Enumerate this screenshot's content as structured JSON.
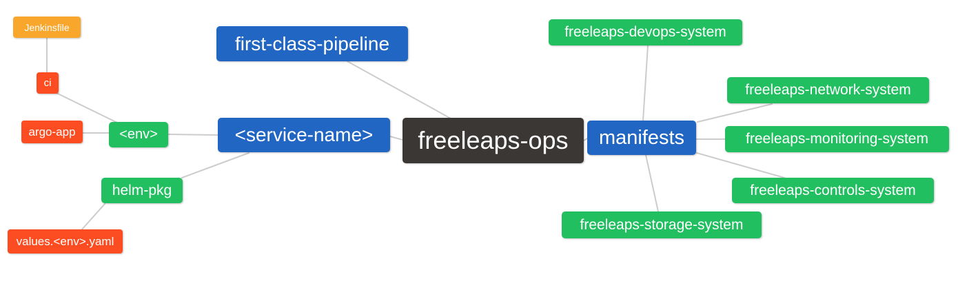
{
  "diagram_type": "mindmap",
  "colors": {
    "root_node_bg": "#3B3735",
    "branch_node_bg": "#2066C2",
    "leaf_node_bg": "#22BF61",
    "file_node_bg": "#FB4D21",
    "jenkinsfile_node_bg": "#F8A62C",
    "edge_line": "#CCCCCC",
    "node_text": "#FFFFFF",
    "canvas_bg": "#FFFFFF"
  },
  "nodes": {
    "root": {
      "label": "freeleaps-ops",
      "color": "#3B3735"
    },
    "first_class_pipeline": {
      "label": "first-class-pipeline",
      "color": "#2066C2"
    },
    "service_name": {
      "label": "<service-name>",
      "color": "#2066C2"
    },
    "manifests": {
      "label": "manifests",
      "color": "#2066C2"
    },
    "env": {
      "label": "<env>",
      "color": "#22BF61"
    },
    "helm_pkg": {
      "label": "helm-pkg",
      "color": "#22BF61"
    },
    "jenkinsfile": {
      "label": "Jenkinsfile",
      "color": "#F8A62C"
    },
    "ci": {
      "label": "ci",
      "color": "#FB4D21"
    },
    "argo_app": {
      "label": "argo-app",
      "color": "#FB4D21"
    },
    "values_env_yaml": {
      "label": "values.<env>.yaml",
      "color": "#FB4D21"
    },
    "devops_system": {
      "label": "freeleaps-devops-system",
      "color": "#22BF61"
    },
    "network_system": {
      "label": "freeleaps-network-system",
      "color": "#22BF61"
    },
    "monitoring_system": {
      "label": "freeleaps-monitoring-system",
      "color": "#22BF61"
    },
    "controls_system": {
      "label": "freeleaps-controls-system",
      "color": "#22BF61"
    },
    "storage_system": {
      "label": "freeleaps-storage-system",
      "color": "#22BF61"
    }
  },
  "edges": [
    {
      "from": "Jenkinsfile",
      "to": "ci"
    },
    {
      "from": "ci",
      "to": "<env>"
    },
    {
      "from": "argo-app",
      "to": "<env>"
    },
    {
      "from": "<env>",
      "to": "<service-name>"
    },
    {
      "from": "helm-pkg",
      "to": "<service-name>"
    },
    {
      "from": "values.<env>.yaml",
      "to": "helm-pkg"
    },
    {
      "from": "first-class-pipeline",
      "to": "freeleaps-ops"
    },
    {
      "from": "<service-name>",
      "to": "freeleaps-ops"
    },
    {
      "from": "freeleaps-ops",
      "to": "manifests"
    },
    {
      "from": "manifests",
      "to": "freeleaps-devops-system"
    },
    {
      "from": "manifests",
      "to": "freeleaps-network-system"
    },
    {
      "from": "manifests",
      "to": "freeleaps-monitoring-system"
    },
    {
      "from": "manifests",
      "to": "freeleaps-controls-system"
    },
    {
      "from": "manifests",
      "to": "freeleaps-storage-system"
    }
  ]
}
